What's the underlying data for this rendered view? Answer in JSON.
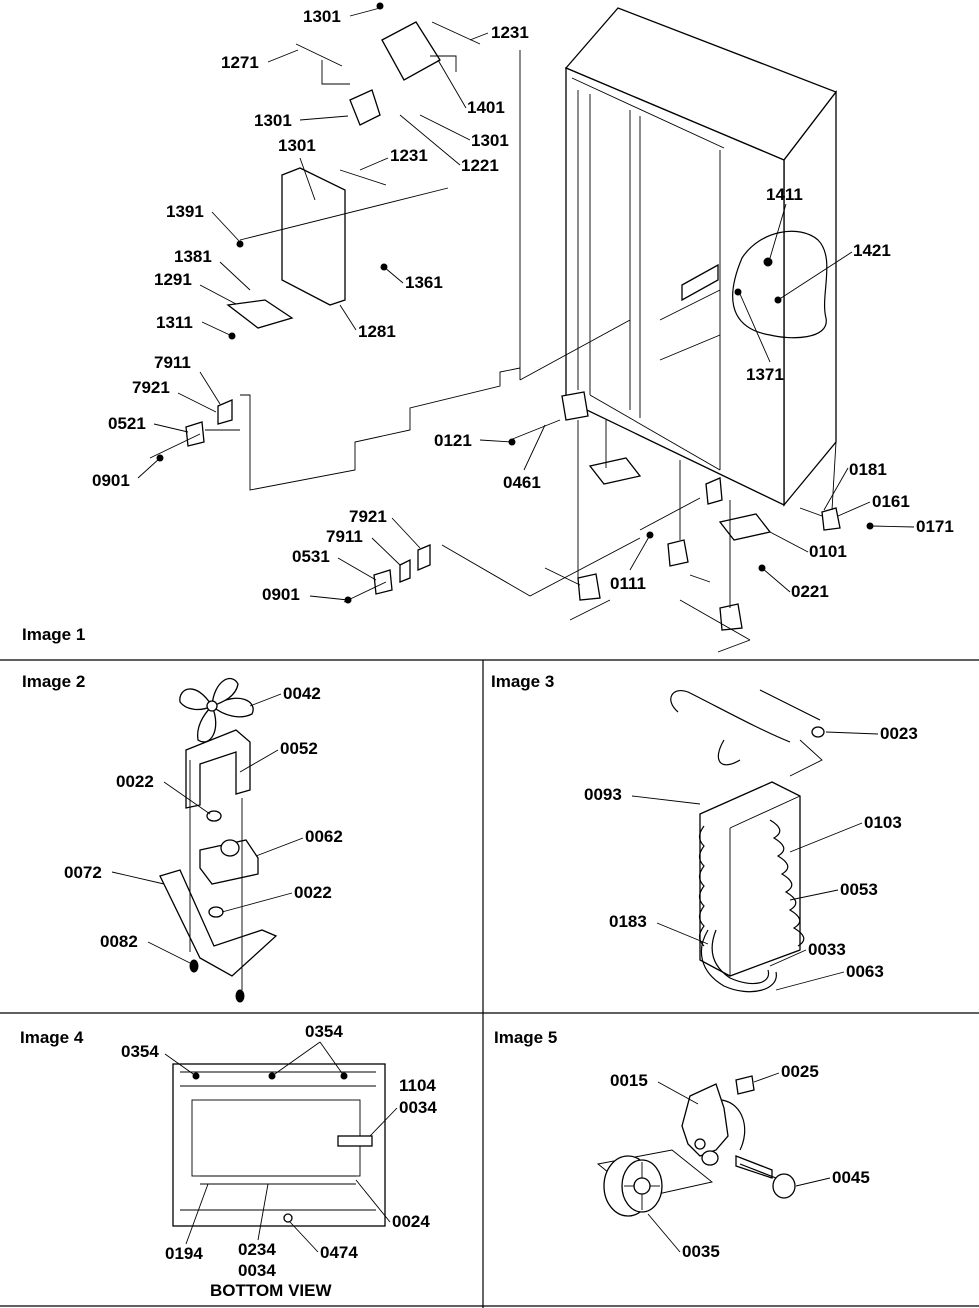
{
  "panels": [
    {
      "title": "Image 1",
      "callouts": [
        "1301",
        "1231",
        "1271",
        "1401",
        "1301",
        "1301",
        "1221",
        "1301",
        "1231",
        "1391",
        "1381",
        "1361",
        "1291",
        "1311",
        "1281",
        "7911",
        "7921",
        "0521",
        "0901",
        "1411",
        "1421",
        "1371",
        "0121",
        "0461",
        "0181",
        "0161",
        "0171",
        "0101",
        "7921",
        "7911",
        "0531",
        "0111",
        "0221",
        "0901"
      ]
    },
    {
      "title": "Image 2",
      "callouts": [
        "0042",
        "0052",
        "0022",
        "0062",
        "0072",
        "0022",
        "0082"
      ]
    },
    {
      "title": "Image 3",
      "callouts": [
        "0023",
        "0093",
        "0103",
        "0053",
        "0183",
        "0033",
        "0063"
      ]
    },
    {
      "title": "Image 4",
      "callouts": [
        "0354",
        "0354",
        "1104",
        "0034",
        "0024",
        "0194",
        "0234",
        "0034",
        "0474"
      ],
      "caption": "BOTTOM VIEW"
    },
    {
      "title": "Image 5",
      "callouts": [
        "0015",
        "0025",
        "0045",
        "0035"
      ]
    }
  ],
  "colors": {
    "ink": "#000000",
    "paper": "#ffffff"
  }
}
